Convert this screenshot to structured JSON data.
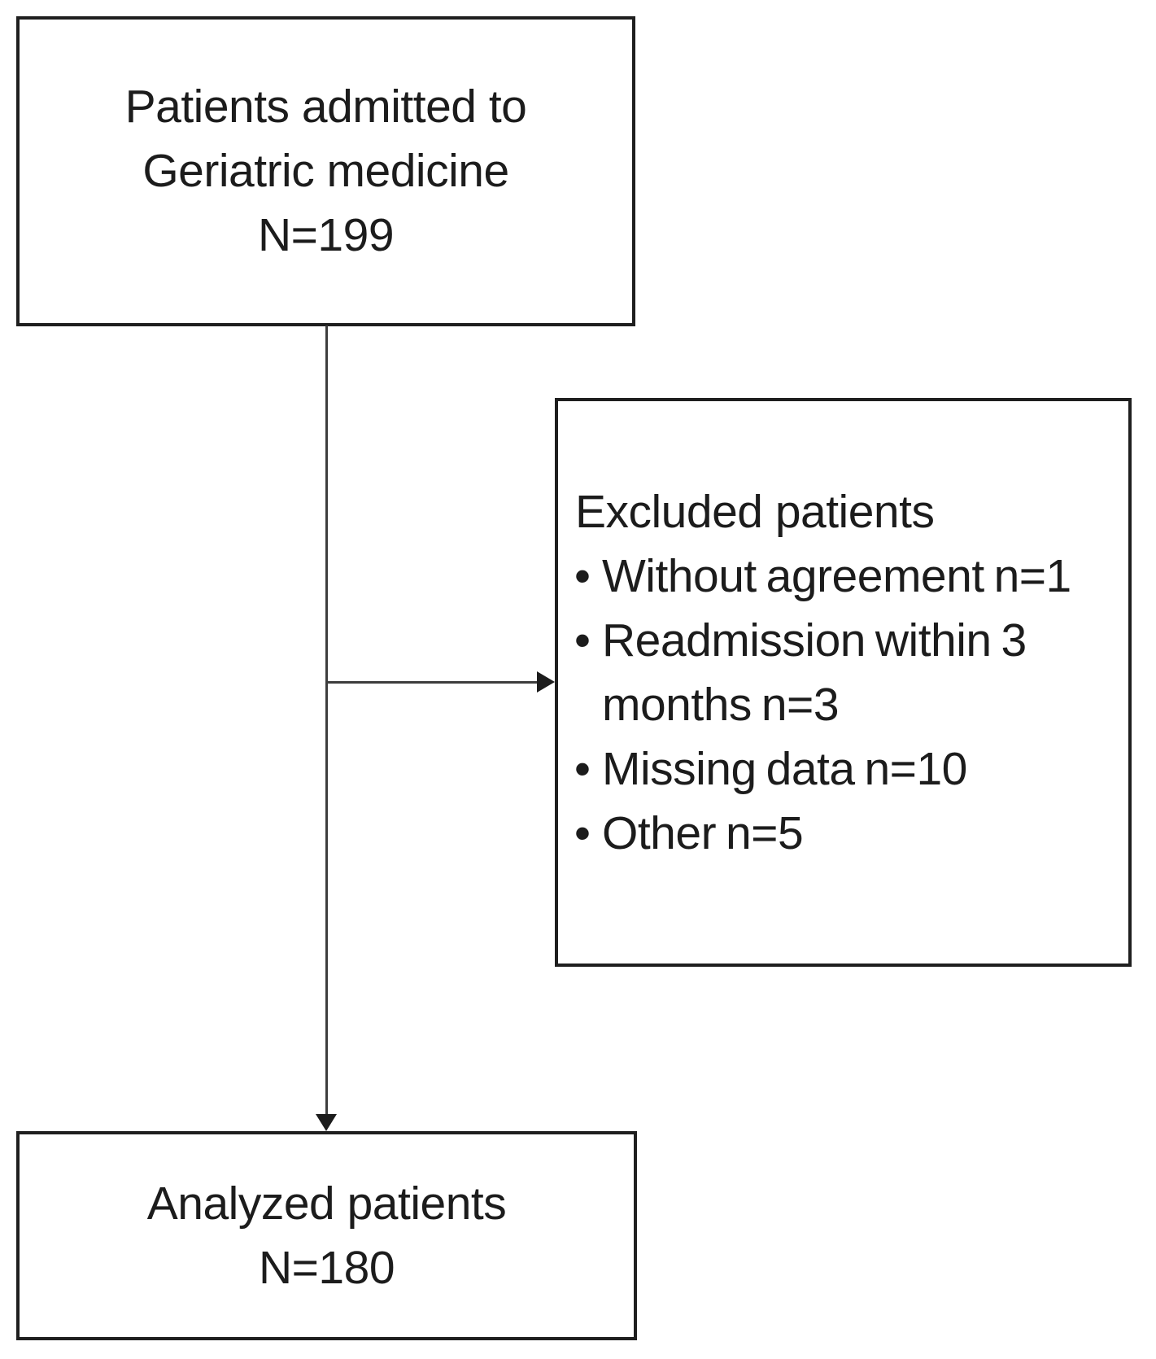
{
  "diagram": {
    "type": "patient-flow-chart",
    "colors": {
      "background": "#ffffff",
      "box_border": "#1f1f1f",
      "text": "#1c1c1c",
      "connector_line": "#3d3d3d"
    },
    "top_box": {
      "lines": [
        "Patients admitted to",
        "Geriatric medicine",
        "N=199"
      ]
    },
    "excluded_box": {
      "title": "Excluded patients",
      "bullet_glyph": "•",
      "items": [
        "Without agreement n=1",
        "Readmission within 3 months n=3",
        "Missing data n=10",
        "Other n=5"
      ]
    },
    "bottom_box": {
      "lines": [
        "Analyzed patients",
        "N=180"
      ]
    }
  }
}
